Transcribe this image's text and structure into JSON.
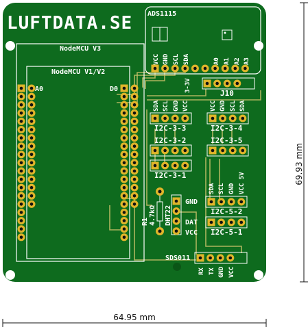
{
  "board": {
    "title": "LUFTDATA.SE",
    "colors": {
      "pcb": "#0e6b1e",
      "silk": "#ffffff",
      "pad": "#e0b52a",
      "hole": "#111111",
      "trace": "#c9c26a"
    }
  },
  "nodemcu": {
    "outer_label": "NodeMCU V3",
    "inner_label": "NodeMCU V1/V2",
    "pin_a0": "A0",
    "pin_d0": "D0"
  },
  "ads": {
    "label": "ADS1115",
    "pins": [
      "VCC",
      "GND",
      "SCL",
      "SDA",
      "",
      "",
      "A0",
      "A1",
      "A2",
      "A3"
    ]
  },
  "j10": {
    "label": "J10",
    "vlabel": "3-3V"
  },
  "i2c_3_3": {
    "label": "I2C-3-3",
    "pins": [
      "SDA",
      "SCL",
      "GND",
      "VCC"
    ]
  },
  "i2c_3_4": {
    "label": "I2C-3-4",
    "pins": [
      "VCC",
      "GND",
      "SCL",
      "SDA"
    ]
  },
  "i2c_3_2": {
    "label": "I2C-3-2"
  },
  "i2c_3_5": {
    "label": "I2C-3-5"
  },
  "i2c_3_1": {
    "label": "I2C-3-1"
  },
  "i2c_5": {
    "pins": [
      "SDA",
      "SCL",
      "GND",
      "VCC 5V"
    ],
    "label_2": "I2C-5-2",
    "label_1": "I2C-5-1"
  },
  "dht": {
    "label": "DHT22",
    "resistor": "R1",
    "resistor_value": "4.7kΩ",
    "pins": [
      "GND",
      "DAT",
      "VCC"
    ]
  },
  "sds": {
    "label": "SDS011",
    "pins": [
      "RX",
      "TX",
      "GND",
      "VCC"
    ]
  },
  "dimensions": {
    "width": "64.95 mm",
    "height": "69.93 mm"
  }
}
